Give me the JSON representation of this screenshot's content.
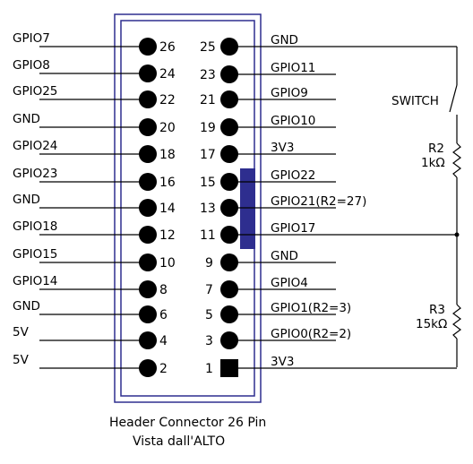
{
  "header": {
    "caption_line1": "Header Connector 26 Pin",
    "caption_line2": "Vista dall'ALTO"
  },
  "colors": {
    "outline": "#2e2e8f",
    "highlight": "#2e2e8f",
    "ink": "#000000"
  },
  "left_pins": [
    {
      "num": "26",
      "label": "GPIO7"
    },
    {
      "num": "24",
      "label": "GPIO8"
    },
    {
      "num": "22",
      "label": "GPIO25"
    },
    {
      "num": "20",
      "label": "GND"
    },
    {
      "num": "18",
      "label": "GPIO24"
    },
    {
      "num": "16",
      "label": "GPIO23"
    },
    {
      "num": "14",
      "label": "GND"
    },
    {
      "num": "12",
      "label": "GPIO18"
    },
    {
      "num": "10",
      "label": "GPIO15"
    },
    {
      "num": "8",
      "label": "GPIO14"
    },
    {
      "num": "6",
      "label": "GND"
    },
    {
      "num": "4",
      "label": "5V"
    },
    {
      "num": "2",
      "label": "5V"
    }
  ],
  "right_pins": [
    {
      "num": "25",
      "label": "GND"
    },
    {
      "num": "23",
      "label": "GPIO11"
    },
    {
      "num": "21",
      "label": "GPIO9"
    },
    {
      "num": "19",
      "label": "GPIO10"
    },
    {
      "num": "17",
      "label": "3V3"
    },
    {
      "num": "15",
      "label": "GPIO22"
    },
    {
      "num": "13",
      "label": "GPIO21(R2=27)"
    },
    {
      "num": "11",
      "label": "GPIO17"
    },
    {
      "num": "9",
      "label": "GND"
    },
    {
      "num": "7",
      "label": "GPIO4"
    },
    {
      "num": "5",
      "label": "GPIO1(R2=3)"
    },
    {
      "num": "3",
      "label": "GPIO0(R2=2)"
    },
    {
      "num": "1",
      "label": "3V3"
    }
  ],
  "components": {
    "switch_label": "SWITCH",
    "r2_name": "R2",
    "r2_value": "1kΩ",
    "r3_name": "R3",
    "r3_value": "15kΩ"
  }
}
